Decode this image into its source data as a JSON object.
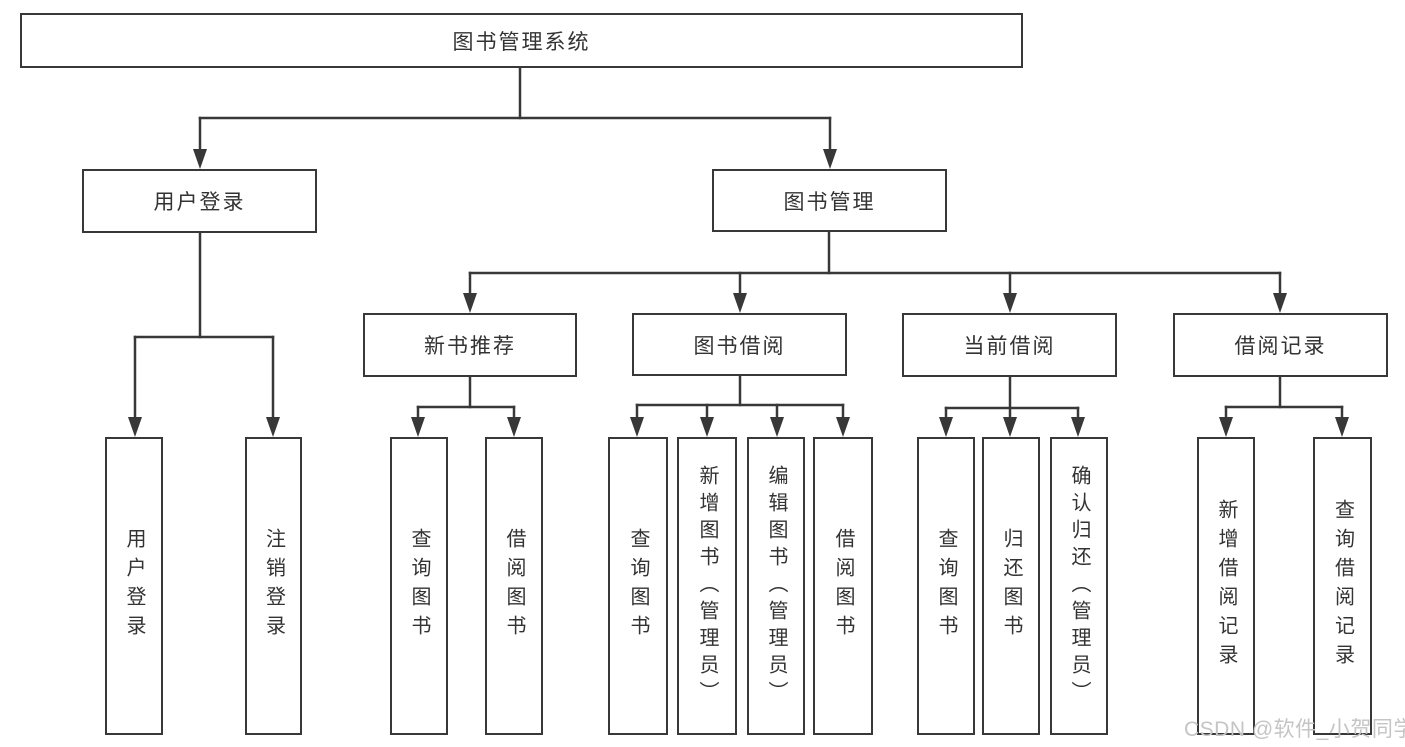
{
  "tree": {
    "root": "图书管理系统",
    "branches": [
      {
        "label": "用户登录",
        "children": [
          "用户登录",
          "注销登录"
        ]
      },
      {
        "label": "图书管理",
        "children": [
          {
            "label": "新书推荐",
            "children": [
              "查询图书",
              "借阅图书"
            ]
          },
          {
            "label": "图书借阅",
            "children": [
              "查询图书",
              "新增图书（管理员）",
              "编辑图书（管理员）",
              "借阅图书"
            ]
          },
          {
            "label": "当前借阅",
            "children": [
              "查询图书",
              "归还图书",
              "确认归还（管理员）"
            ]
          },
          {
            "label": "借阅记录",
            "children": [
              "新增借阅记录",
              "查询借阅记录"
            ]
          }
        ]
      }
    ]
  },
  "watermark": "CSDN @软件_小贺同学",
  "colors": {
    "line": "#383838",
    "text": "#333333",
    "watermark": "#c5c5c5",
    "background": "#ffffff"
  }
}
